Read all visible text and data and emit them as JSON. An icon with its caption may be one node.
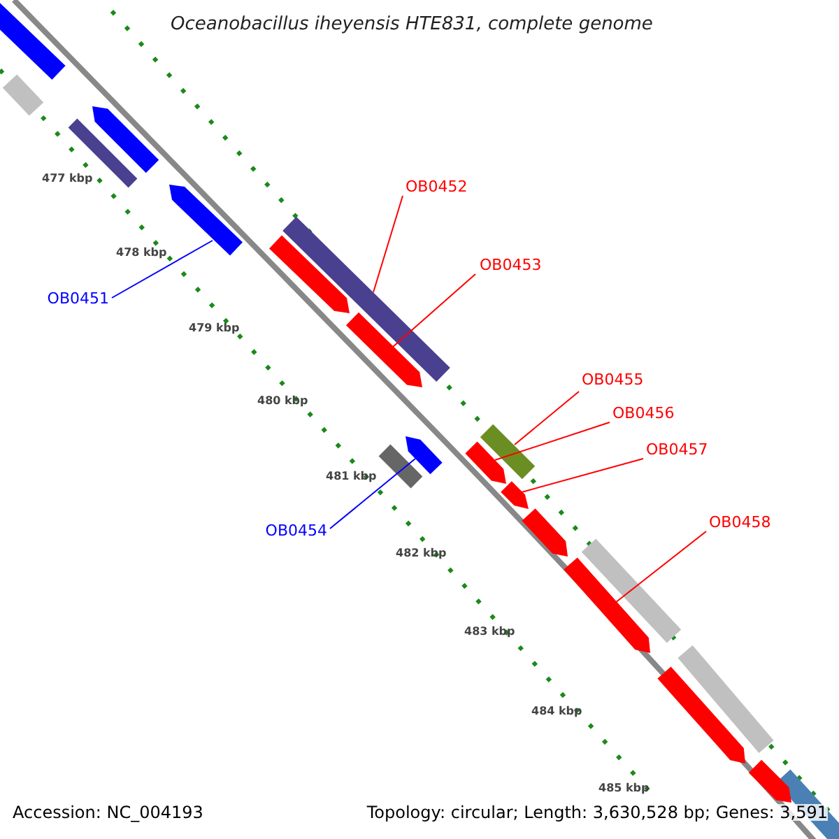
{
  "diagram": {
    "title": "Oceanobacillus iheyensis HTE831, complete genome",
    "nodes": [
      {
        "text": [
          "OB0451"
        ]
      },
      {
        "text": [
          "OB0452"
        ]
      },
      {
        "text": [
          "OB0453"
        ]
      },
      {
        "text": [
          "OB0454"
        ]
      },
      {
        "text": [
          "OB0455"
        ]
      },
      {
        "text": [
          "OB0456"
        ]
      },
      {
        "text": [
          "OB0457"
        ]
      },
      {
        "text": [
          "OB0458"
        ]
      },
      {
        "text": [],
        "shape": "arrow"
      },
      {
        "text": [],
        "shape": "bar"
      },
      {
        "text": [],
        "shape": "arrow"
      },
      {
        "text": [],
        "shape": "arrow"
      },
      {
        "text": [],
        "shape": "bar"
      },
      {
        "text": [],
        "shape": "arrow"
      },
      {
        "text": [],
        "shape": "arrow"
      },
      {
        "text": [],
        "shape": "arrow"
      },
      {
        "text": [],
        "shape": "bar"
      },
      {
        "text": [],
        "shape": "bar"
      },
      {
        "text": [],
        "shape": "bar"
      },
      {
        "text": [],
        "shape": "arrow"
      },
      {
        "text": [],
        "shape": "arrow"
      },
      {
        "text": [],
        "shape": "bar"
      },
      {
        "text": [],
        "shape": "arrow"
      },
      {
        "text": [],
        "shape": "bar"
      },
      {
        "text": [],
        "shape": "bar"
      },
      {
        "text": [],
        "shape": "arrow"
      },
      {
        "text": [],
        "shape": "bar"
      },
      {
        "text": [],
        "shape": "arrow"
      }
    ],
    "edges": [
      {
        "from": 0,
        "to": 8,
        "arrow": "none",
        "color": "#0000ff"
      },
      {
        "from": 1,
        "to": 9,
        "arrow": "none"
      },
      {
        "from": 2,
        "to": 10,
        "arrow": "none"
      },
      {
        "from": 3,
        "to": 11,
        "arrow": "none",
        "color": "#0000ff"
      },
      {
        "from": 4,
        "to": 12,
        "arrow": "none"
      },
      {
        "from": 5,
        "to": 13,
        "arrow": "none"
      },
      {
        "from": 6,
        "to": 14,
        "arrow": "none"
      },
      {
        "from": 7,
        "to": 15,
        "arrow": "none"
      }
    ],
    "labels": [
      "477 kbp",
      "478 kbp",
      "479 kbp",
      "480 kbp",
      "481 kbp",
      "482 kbp",
      "483 kbp",
      "484 kbp",
      "485 kbp",
      "Accession: NC_004193",
      "Topology: circular; Length: 3,630,528 bp; Genes: 3,591"
    ]
  }
}
